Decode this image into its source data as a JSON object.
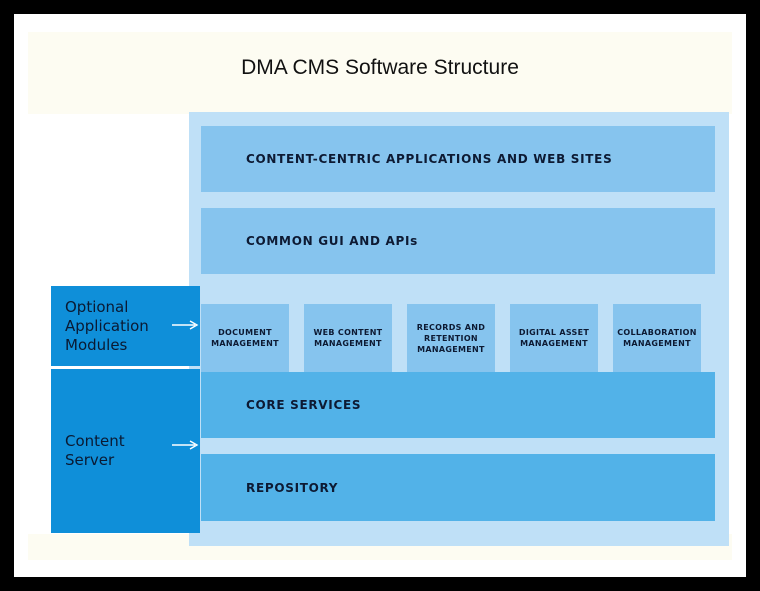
{
  "title": "DMA CMS Software Structure",
  "layers": {
    "applications": "CONTENT-CENTRIC APPLICATIONS AND WEB SITES",
    "gui": "COMMON GUI AND APIs",
    "core": "CORE SERVICES",
    "repository": "REPOSITORY"
  },
  "modules": [
    "DOCUMENT\nMANAGEMENT",
    "WEB CONTENT\nMANAGEMENT",
    "RECORDS AND\nRETENTION\nMANAGEMENT",
    "DIGITAL ASSET\nMANAGEMENT",
    "COLLABORATION\nMANAGEMENT"
  ],
  "side_labels": {
    "optional": "Optional\nApplication\nModules",
    "content_server": "Content\nServer"
  },
  "colors": {
    "outer_panel": "#bfe0f7",
    "light_box": "#86c4ee",
    "mid_box": "#52b2e8",
    "side_label": "#0f8fd9"
  }
}
